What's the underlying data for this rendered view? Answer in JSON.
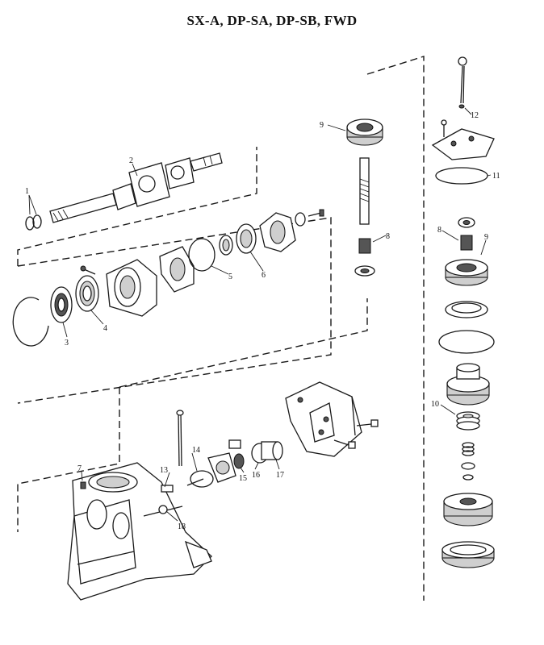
{
  "title": "SX-A, DP-SA, DP-SB, FWD",
  "callouts": {
    "c1": "1",
    "c2": "2",
    "c3": "3",
    "c4": "4",
    "c5": "5",
    "c6": "6",
    "c7": "7",
    "c8a": "8",
    "c8b": "8",
    "c9a": "9",
    "c9b": "9",
    "c10": "10",
    "c11": "11",
    "c12": "12",
    "c13": "13",
    "c14": "14",
    "c15": "15",
    "c16": "16",
    "c17": "17",
    "c18": "18"
  }
}
